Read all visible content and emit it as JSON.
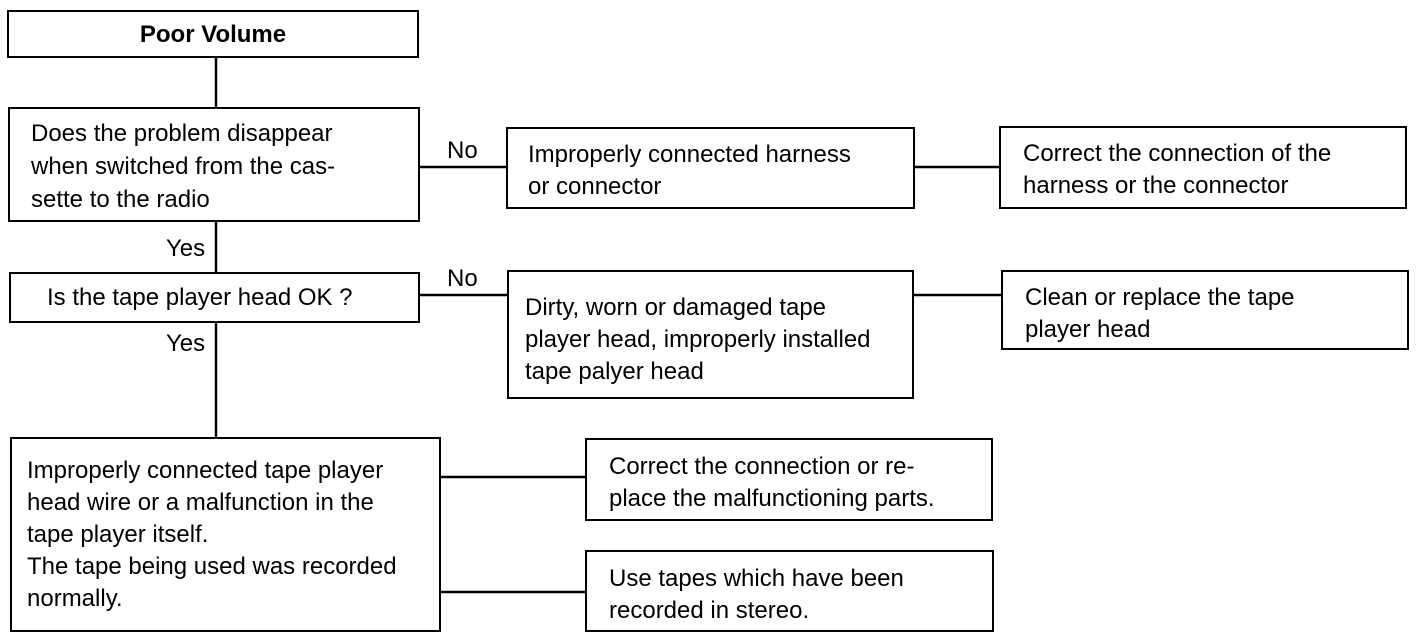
{
  "start": {
    "title": "Poor Volume"
  },
  "q1": {
    "lines": [
      "Does the problem disappear",
      "when switched from the cas-",
      "sette to the radio"
    ],
    "no_label": "No",
    "yes_label": "Yes",
    "cause": {
      "lines": [
        "Improperly connected harness",
        "or connector"
      ]
    },
    "action": {
      "lines": [
        "Correct the connection of the",
        "harness or the connector"
      ]
    }
  },
  "q2": {
    "text": "Is the tape player head OK ?",
    "no_label": "No",
    "yes_label": "Yes",
    "cause": {
      "lines": [
        "Dirty, worn or damaged tape",
        "player head, improperly installed",
        "tape palyer head"
      ]
    },
    "action": {
      "lines": [
        "Clean or replace the tape",
        "player head"
      ]
    }
  },
  "final": {
    "lines": [
      "Improperly connected tape player",
      "head wire or a malfunction in the",
      "tape player itself.",
      "The tape being used was recorded",
      "normally."
    ],
    "action1": {
      "lines": [
        "Correct the connection or re-",
        "place the malfunctioning parts."
      ]
    },
    "action2": {
      "lines": [
        "Use tapes which have been",
        "recorded in stereo."
      ]
    }
  }
}
